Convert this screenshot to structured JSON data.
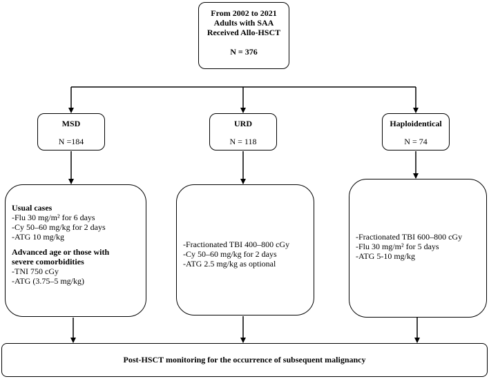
{
  "root": {
    "line1": "From 2002 to 2021",
    "line2": "Adults with SAA",
    "line3": "Received Allo-HSCT",
    "n": "N = 376"
  },
  "groups": [
    {
      "name": "MSD",
      "n": "N =184"
    },
    {
      "name": "URD",
      "n": "N = 118"
    },
    {
      "name": "Haploidentical",
      "n": "N = 74"
    }
  ],
  "regimens": {
    "msd": {
      "usual_heading": "Usual cases",
      "usual_items": [
        "-Flu 30 mg/m² for 6 days",
        "-Cy 50–60 mg/kg for 2 days",
        "-ATG 10 mg/kg"
      ],
      "advanced_heading_line1": "Advanced age or those with",
      "advanced_heading_line2": "severe comorbidities",
      "advanced_items": [
        "-TNI 750 cGy",
        "-ATG (3.75–5 mg/kg)"
      ]
    },
    "urd": {
      "items": [
        "-Fractionated TBI 400–800 cGy",
        "-Cy 50–60 mg/kg for 2 days",
        "-ATG 2.5 mg/kg as optional"
      ]
    },
    "haplo": {
      "items": [
        "-Fractionated TBI 600–800 cGy",
        "-Flu 30 mg/m² for 5 days",
        "-ATG 5-10 mg/kg"
      ]
    }
  },
  "outcome": {
    "text": "Post-HSCT monitoring for the occurrence of subsequent malignancy"
  }
}
